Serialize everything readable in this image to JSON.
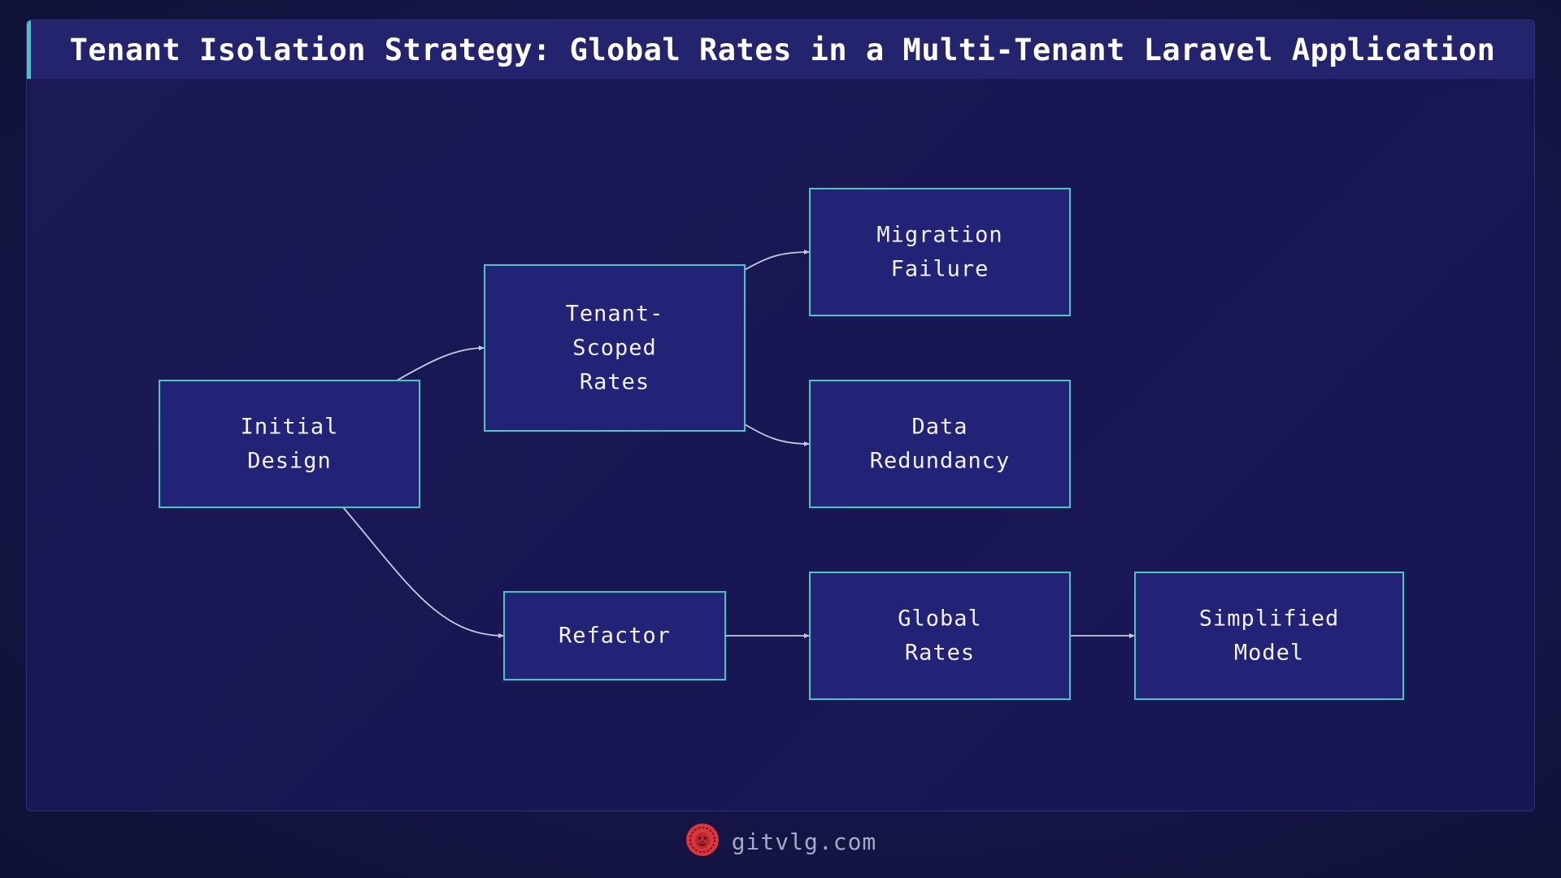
{
  "title": "Tenant Isolation Strategy: Global Rates in a Multi-Tenant Laravel Application",
  "nodes": {
    "initial": [
      "Initial",
      "Design"
    ],
    "tenant": [
      "Tenant-",
      "Scoped",
      "Rates"
    ],
    "migration": [
      "Migration",
      "Failure"
    ],
    "redundancy": [
      "Data",
      "Redundancy"
    ],
    "refactor": [
      "Refactor"
    ],
    "global": [
      "Global",
      "Rates"
    ],
    "simplified": [
      "Simplified",
      "Model"
    ]
  },
  "edges": [
    [
      "initial",
      "tenant"
    ],
    [
      "initial",
      "refactor"
    ],
    [
      "tenant",
      "migration"
    ],
    [
      "tenant",
      "redundancy"
    ],
    [
      "refactor",
      "global"
    ],
    [
      "global",
      "simplified"
    ]
  ],
  "footer": {
    "logo_icon": "lion-head-icon",
    "text": "gitvlg.com"
  },
  "colors": {
    "node_fill": "#222277",
    "node_border": "#3ec9c3",
    "title_bar": "#23236e",
    "accent": "#3ec9c3",
    "logo": "#d9363e"
  }
}
